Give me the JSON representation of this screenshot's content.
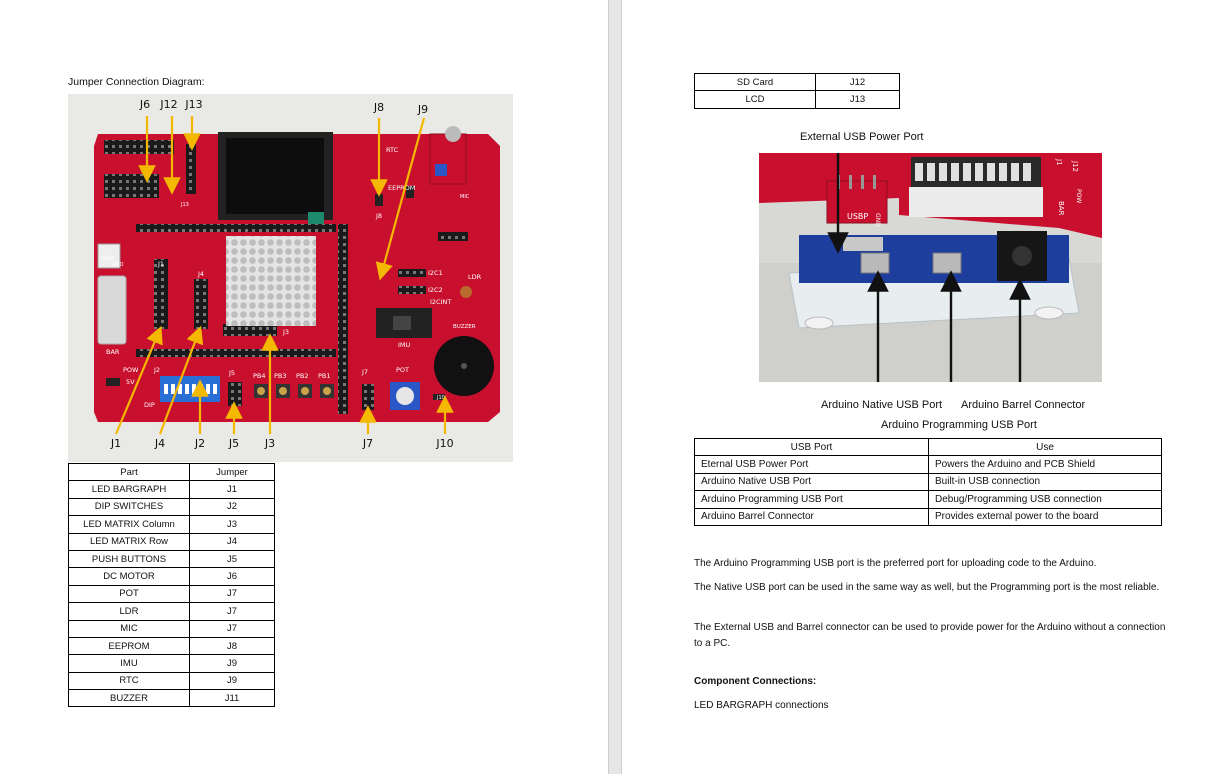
{
  "left": {
    "heading": "Jumper Connection Diagram:",
    "board_labels": {
      "top": [
        "J6",
        "J12",
        "J13",
        "J8",
        "J9"
      ],
      "bottom": [
        "J1",
        "J4",
        "J2",
        "J5",
        "J3",
        "J7",
        "J10"
      ],
      "silk": {
        "rtc": "RTC",
        "eeprom": "EEPROM",
        "j8": "J8",
        "j13": "J13",
        "j1": "J1",
        "j4": "J4",
        "j3": "J3",
        "ldr": "LDR",
        "i2c1": "I2C1",
        "i2c2": "I2C2",
        "i2cint": "I2CINT",
        "imu": "IMU",
        "buzzer": "BUZZER",
        "pot": "POT",
        "j7": "J7",
        "j10": "J10",
        "j5": "J5",
        "j2": "J2",
        "pow": "POW",
        "dip": "DIP",
        "bar": "BAR",
        "pb4": "PB4",
        "pb3": "PB3",
        "pb2": "PB2",
        "pb1": "PB1",
        "v5": "5V",
        "gnd": "GND",
        "mic": "MIC",
        "usbp": "USBP"
      }
    },
    "table": {
      "headers": [
        "Part",
        "Jumper"
      ],
      "rows": [
        [
          "LED BARGRAPH",
          "J1"
        ],
        [
          "DIP SWITCHES",
          "J2"
        ],
        [
          "LED MATRIX Column",
          "J3"
        ],
        [
          "LED MATRIX Row",
          "J4"
        ],
        [
          "PUSH BUTTONS",
          "J5"
        ],
        [
          "DC MOTOR",
          "J6"
        ],
        [
          "POT",
          "J7"
        ],
        [
          "LDR",
          "J7"
        ],
        [
          "MIC",
          "J7"
        ],
        [
          "EEPROM",
          "J8"
        ],
        [
          "IMU",
          "J9"
        ],
        [
          "RTC",
          "J9"
        ],
        [
          "BUZZER",
          "J11"
        ]
      ]
    }
  },
  "right": {
    "top_table": [
      [
        "SD Card",
        "J12"
      ],
      [
        "LCD",
        "J13"
      ]
    ],
    "photo_labels": {
      "external": "External USB Power Port",
      "native": "Arduino Native USB Port",
      "barrel": "Arduino Barrel Connector",
      "programming": "Arduino Programming USB Port",
      "silk_usbp": "USBP",
      "silk_gnd": "GND",
      "silk_bar": "BAR",
      "silk_j1": "J1",
      "silk_j12": "J12",
      "silk_pow": "POW"
    },
    "usb_table": {
      "headers": [
        "USB Port",
        "Use"
      ],
      "rows": [
        [
          "Eternal USB Power Port",
          "Powers the Arduino and PCB Shield"
        ],
        [
          "Arduino Native USB Port",
          "Built-in USB connection"
        ],
        [
          "Arduino Programming USB Port",
          "Debug/Programming USB connection"
        ],
        [
          "Arduino Barrel Connector",
          "Provides external power to the board"
        ]
      ]
    },
    "paragraphs": [
      "The Arduino Programming USB port is the preferred port for uploading code to the Arduino.",
      "The Native USB port can be used in the same way as well, but the Programming port is the most reliable.",
      "The External USB and Barrel connector can be used to provide power for the Arduino without a connection to a PC."
    ],
    "subheading": "Component Connections:",
    "last_line": "LED BARGRAPH connections"
  },
  "colors": {
    "pcb": "#c8102e",
    "arrow": "#f5b800",
    "wall": "#e9e9e6"
  }
}
